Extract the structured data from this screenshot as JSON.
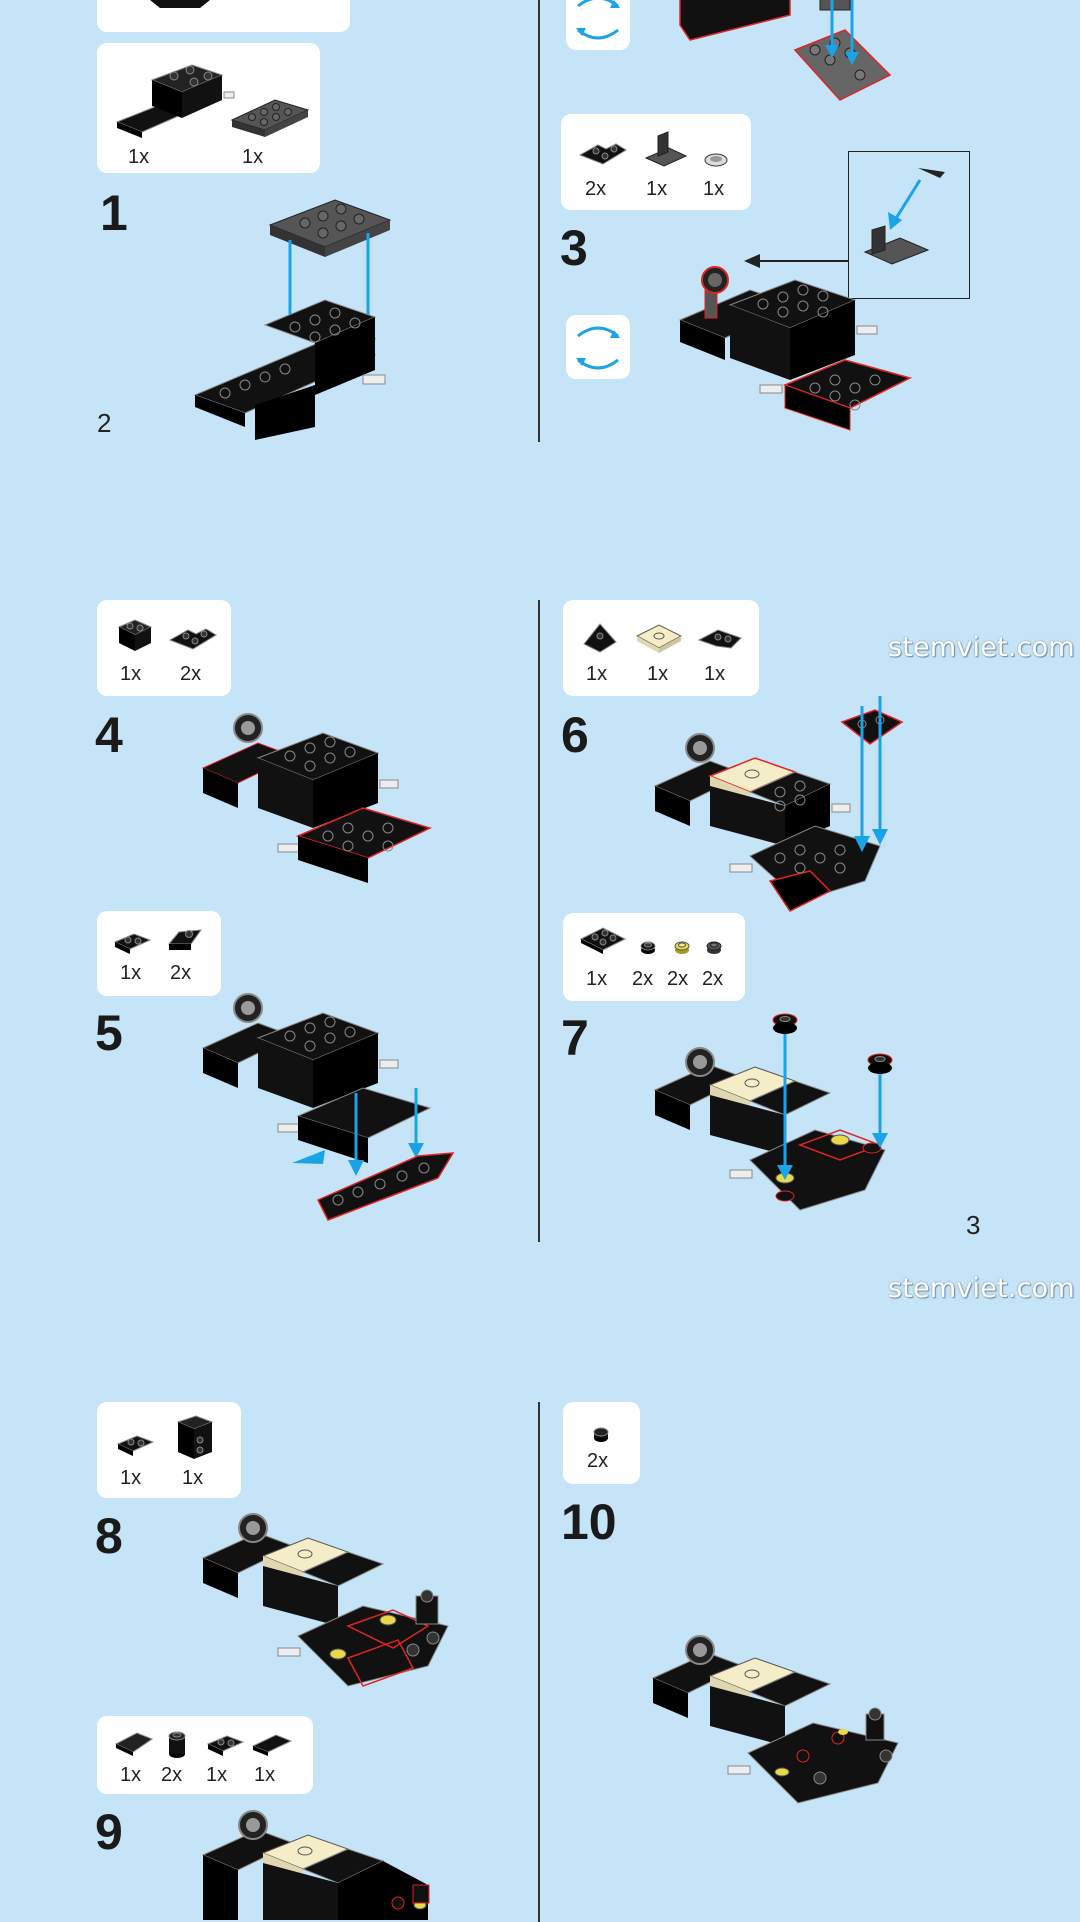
{
  "pages": [
    {
      "number": "2"
    },
    {
      "number": "3"
    }
  ],
  "watermarks": [
    "stemviet.com",
    "stemviet.com"
  ],
  "steps": [
    {
      "number": "1",
      "parts": [
        {
          "icon": "brick-with-pin-icon",
          "qty": "1x"
        },
        {
          "icon": "plate-2x4-icon",
          "qty": "1x"
        }
      ]
    },
    {
      "number": "3",
      "parts": [
        {
          "icon": "corner-plate-icon",
          "qty": "2x"
        },
        {
          "icon": "bracket-icon",
          "qty": "1x"
        },
        {
          "icon": "round-tile-icon",
          "qty": "1x"
        }
      ]
    },
    {
      "number": "4",
      "parts": [
        {
          "icon": "brick-1x2-icon",
          "qty": "1x"
        },
        {
          "icon": "corner-plate-icon",
          "qty": "2x"
        }
      ]
    },
    {
      "number": "5",
      "parts": [
        {
          "icon": "plate-1x2-icon",
          "qty": "1x"
        },
        {
          "icon": "jumper-plate-icon",
          "qty": "2x"
        }
      ]
    },
    {
      "number": "6",
      "parts": [
        {
          "icon": "wedge-plate-icon",
          "qty": "1x"
        },
        {
          "icon": "tan-tile-2x2-icon",
          "qty": "1x"
        },
        {
          "icon": "curved-plate-icon",
          "qty": "1x"
        }
      ]
    },
    {
      "number": "7",
      "parts": [
        {
          "icon": "plate-2x2-icon",
          "qty": "1x"
        },
        {
          "icon": "round-plate-black-icon",
          "qty": "2x"
        },
        {
          "icon": "round-plate-yellow-icon",
          "qty": "2x"
        },
        {
          "icon": "round-plate-gray-icon",
          "qty": "2x"
        }
      ]
    },
    {
      "number": "8",
      "parts": [
        {
          "icon": "plate-1x2-icon",
          "qty": "1x"
        },
        {
          "icon": "bracket-2x2-icon",
          "qty": "1x"
        }
      ]
    },
    {
      "number": "9",
      "parts": [
        {
          "icon": "slope-tile-icon",
          "qty": "1x"
        },
        {
          "icon": "round-brick-icon",
          "qty": "2x"
        },
        {
          "icon": "plate-1x2-icon",
          "qty": "1x"
        },
        {
          "icon": "tile-1x2-icon",
          "qty": "1x"
        }
      ]
    },
    {
      "number": "10",
      "parts": [
        {
          "icon": "round-cone-icon",
          "qty": "2x"
        }
      ]
    }
  ],
  "colors": {
    "background": "#c6e4f7",
    "arrow": "#1aa3e6",
    "highlight": "#e02424",
    "tan": "#f5ecc8",
    "brick": "#111111"
  },
  "icons": [
    "rotate-model-icon",
    "callout-arrow-icon"
  ]
}
